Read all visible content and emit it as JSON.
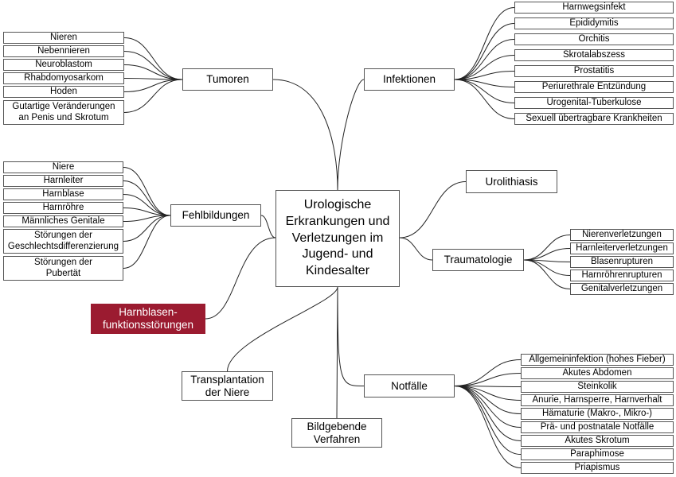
{
  "center": "Urologische Erkrankungen und Verletzungen im Jugend- und Kindesalter",
  "colors": {
    "highlight": "#9b1b30",
    "border": "#555555",
    "line": "#222222"
  },
  "branches": {
    "tumoren": {
      "label": "Tumoren",
      "items": [
        "Nieren",
        "Nebennieren",
        "Neuroblastom",
        "Rhabdomyosarkom",
        "Hoden",
        "Gutartige Veränderungen an Penis und Skrotum"
      ]
    },
    "infektionen": {
      "label": "Infektionen",
      "items": [
        "Harnwegsinfekt",
        "Epididymitis",
        "Orchitis",
        "Skrotalabszess",
        "Prostatitis",
        "Periurethrale Entzündung",
        "Urogenital-Tuberkulose",
        "Sexuell übertragbare Krankheiten"
      ]
    },
    "fehlbildungen": {
      "label": "Fehlbildungen",
      "items": [
        "Niere",
        "Harnleiter",
        "Harnblase",
        "Harnröhre",
        "Männliches Genitale",
        "Störungen der Geschlechtsdifferenzierung",
        "Störungen der Pubertät"
      ]
    },
    "urolithiasis": {
      "label": "Urolithiasis"
    },
    "traumatologie": {
      "label": "Traumatologie",
      "items": [
        "Nierenverletzungen",
        "Harnleiterverletzungen",
        "Blasenrupturen",
        "Harnröhrenrupturen",
        "Genitalverletzungen"
      ]
    },
    "harnblase": {
      "label": "Harnblasen- funktionsstörungen"
    },
    "transplantation": {
      "label": "Transplantation der Niere"
    },
    "bildgebende": {
      "label": "Bildgebende Verfahren"
    },
    "notfaelle": {
      "label": "Notfälle",
      "items": [
        "Allgemeininfektion (hohes Fieber)",
        "Akutes Abdomen",
        "Steinkolik",
        "Anurie, Harnsperre, Harnverhalt",
        "Hämaturie (Makro-, Mikro-)",
        "Prä- und postnatale Notfälle",
        "Akutes Skrotum",
        "Paraphimose",
        "Priapismus"
      ]
    }
  }
}
